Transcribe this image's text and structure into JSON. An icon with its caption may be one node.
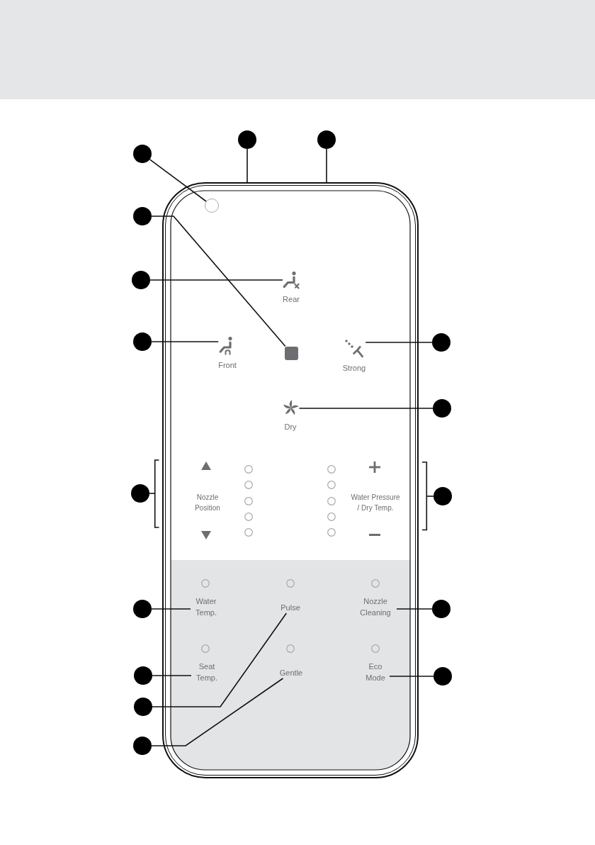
{
  "diagram": {
    "nodes": [
      {
        "text": [],
        "shape": "circle"
      },
      {
        "text": [],
        "shape": "circle"
      },
      {
        "text": [],
        "shape": "circle"
      },
      {
        "text": [],
        "shape": "box"
      },
      {
        "text": [],
        "shape": "circle",
        "in": 3
      },
      {
        "text": [],
        "shape": "circle"
      },
      {
        "text": [],
        "shape": "circle"
      },
      {
        "text": [
          "Rear"
        ],
        "in": 3
      },
      {
        "text": [],
        "shape": "circle"
      },
      {
        "text": [
          "Front"
        ],
        "in": 3
      },
      {
        "text": [],
        "shape": "box",
        "in": 3
      },
      {
        "text": [
          "Strong"
        ],
        "in": 3
      },
      {
        "text": [],
        "shape": "circle"
      },
      {
        "text": [
          "Dry"
        ],
        "in": 3
      },
      {
        "text": [],
        "shape": "circle"
      },
      {
        "text": [],
        "shape": "circle"
      },
      {
        "text": [],
        "shape": "circle"
      },
      {
        "text": [],
        "shape": "circle"
      },
      {
        "text": [
          "Water Temp."
        ],
        "in": 3
      },
      {
        "text": [
          "Pulse"
        ],
        "in": 3
      },
      {
        "text": [
          "Nozzle Cleaning"
        ],
        "in": 3
      },
      {
        "text": [],
        "shape": "circle"
      },
      {
        "text": [],
        "shape": "circle"
      },
      {
        "text": [
          "Seat Temp."
        ],
        "in": 3
      },
      {
        "text": [
          "Gentle"
        ],
        "in": 3
      },
      {
        "text": [
          "Eco Mode"
        ],
        "in": 3
      },
      {
        "text": [],
        "shape": "circle"
      },
      {
        "text": [],
        "shape": "circle"
      },
      {
        "text": [],
        "shape": "circle"
      }
    ],
    "edges": [
      {
        "from": 0,
        "to": 4,
        "arrow": "none"
      },
      {
        "from": 1,
        "to": 3,
        "arrow": "none"
      },
      {
        "from": 2,
        "to": 3,
        "arrow": "none"
      },
      {
        "from": 5,
        "to": 10,
        "arrow": "none"
      },
      {
        "from": 6,
        "to": 7,
        "arrow": "none"
      },
      {
        "from": 8,
        "to": 9,
        "arrow": "none"
      },
      {
        "from": 12,
        "to": 11,
        "arrow": "none"
      },
      {
        "from": 14,
        "to": 13,
        "arrow": "none"
      },
      {
        "from": 15,
        "to": null,
        "arrow": "none"
      },
      {
        "from": 16,
        "to": null,
        "arrow": "none"
      },
      {
        "from": 17,
        "to": 18,
        "arrow": "none"
      },
      {
        "from": 21,
        "to": 20,
        "arrow": "none"
      },
      {
        "from": 22,
        "to": 23,
        "arrow": "none"
      },
      {
        "from": 26,
        "to": 25,
        "arrow": "none"
      },
      {
        "from": 27,
        "to": 19,
        "arrow": "none"
      },
      {
        "from": 28,
        "to": 24,
        "arrow": "none"
      }
    ],
    "labels": [
      "Nozzle Position",
      "Water Pressure / Dry Temp."
    ]
  }
}
